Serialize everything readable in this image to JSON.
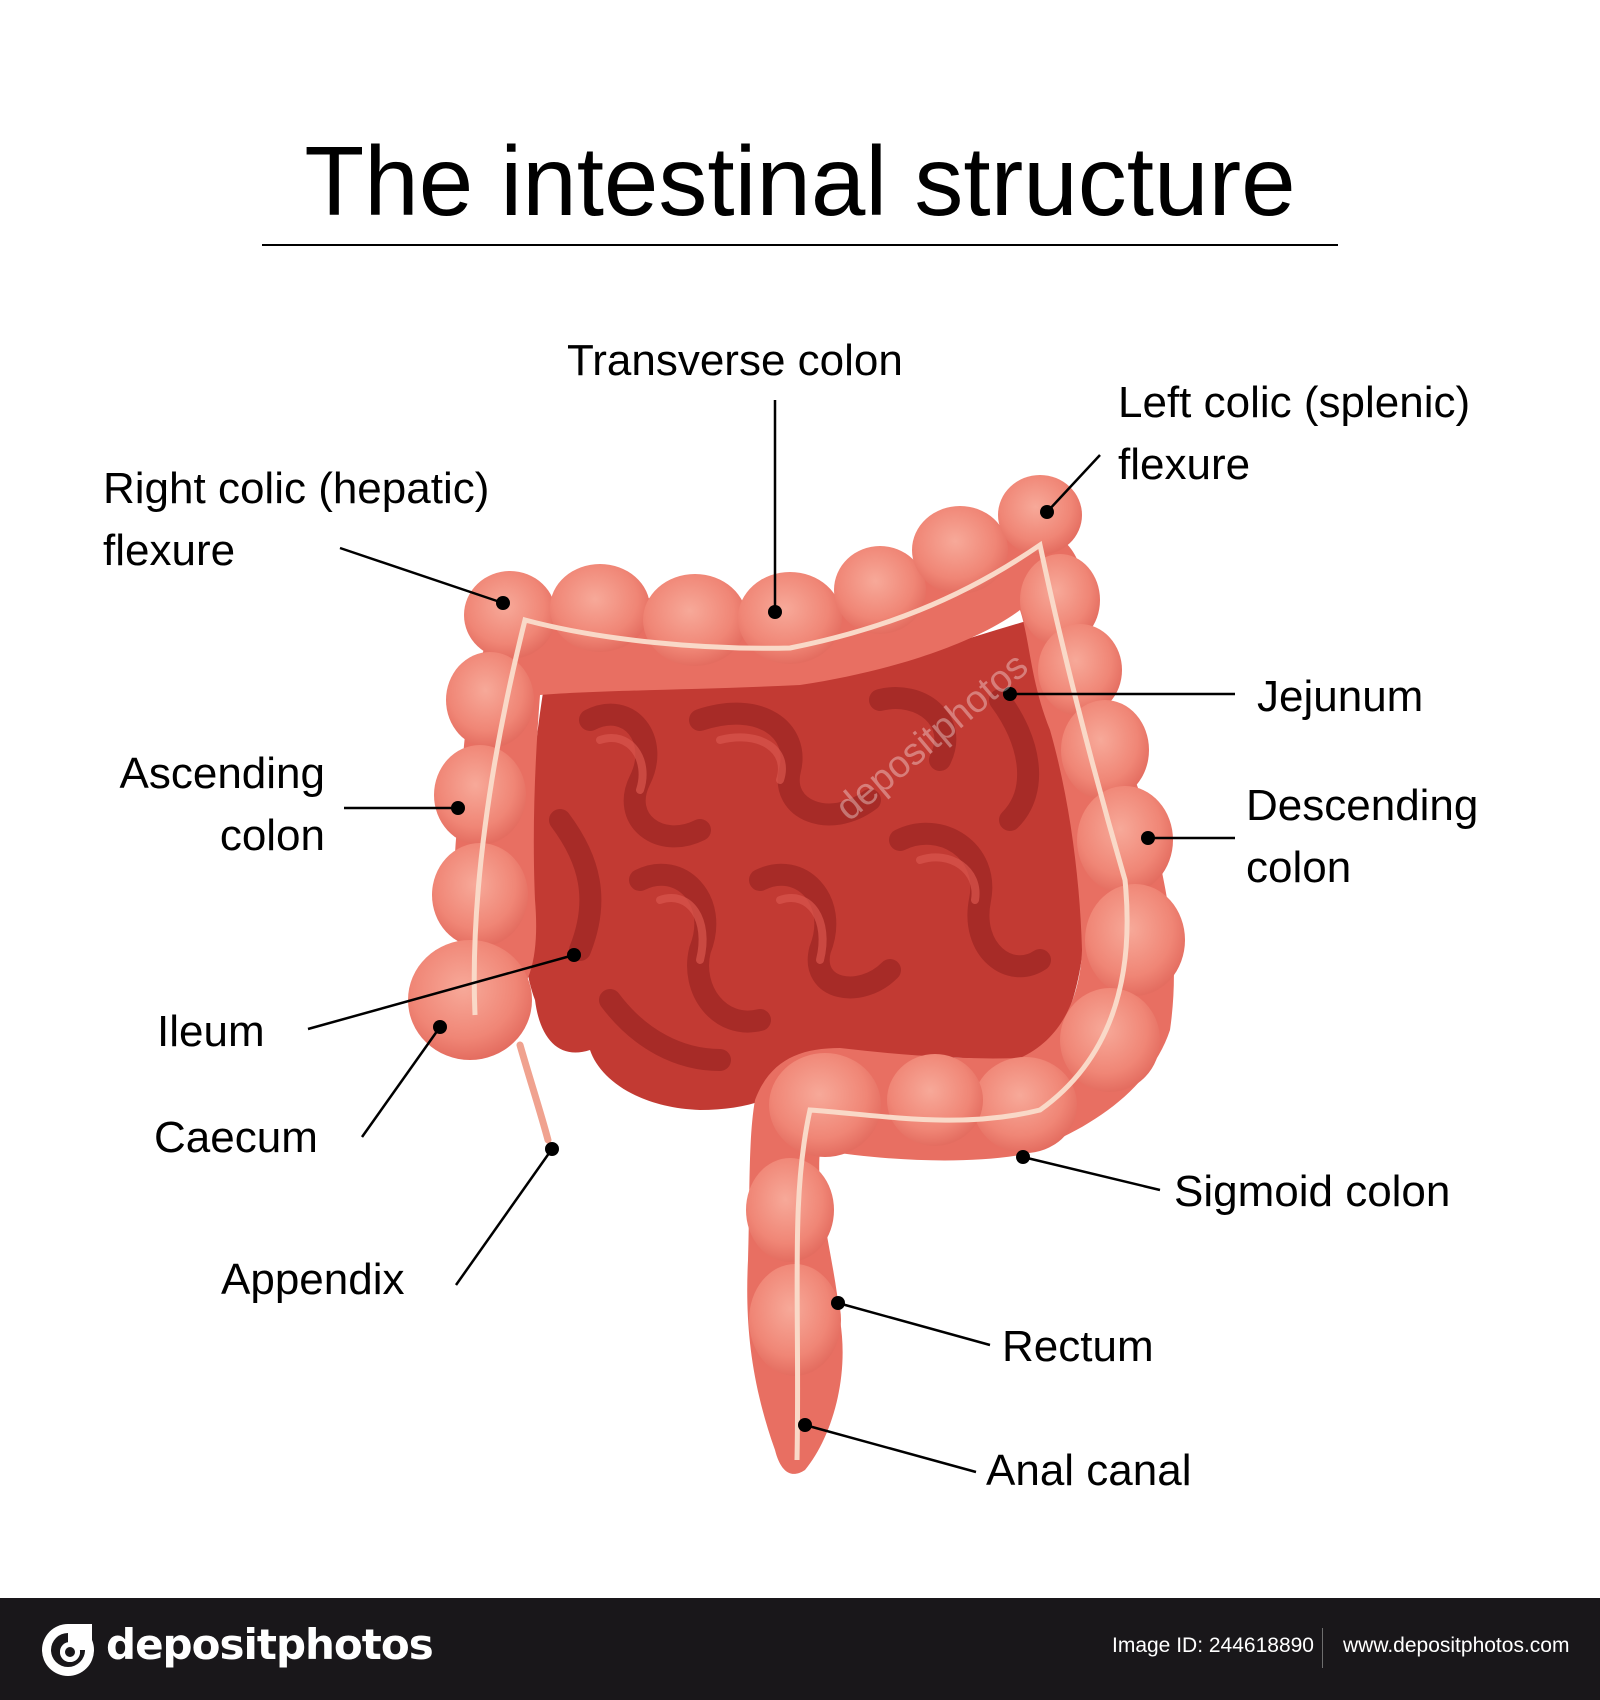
{
  "title": "The intestinal structure",
  "labels": {
    "transverse_colon": "Transverse colon",
    "left_flexure_line1": "Left colic (splenic)",
    "left_flexure_line2": "flexure",
    "right_flexure_line1": "Right colic (hepatic)",
    "right_flexure_line2": "flexure",
    "jejunum": "Jejunum",
    "ascending_line1": "Ascending",
    "ascending_line2": "colon",
    "descending_line1": "Descending",
    "descending_line2": "colon",
    "ileum": "Ileum",
    "caecum": "Caecum",
    "appendix": "Appendix",
    "sigmoid_colon": "Sigmoid colon",
    "rectum": "Rectum",
    "anal_canal": "Anal canal"
  },
  "footer": {
    "logo": "depositphotos",
    "image_id": "Image ID: 244618890",
    "site": "www.depositphotos.com"
  },
  "watermark": "depositphotos",
  "colors": {
    "colon_outer": "#e86f62",
    "colon_haustra": "#f28b7c",
    "colon_highlight": "#f6a698",
    "small_intestine": "#c23a33",
    "small_intestine_dark": "#a72b27",
    "taenia_line": "#f9d9c8",
    "footer_bg": "#19171a"
  }
}
